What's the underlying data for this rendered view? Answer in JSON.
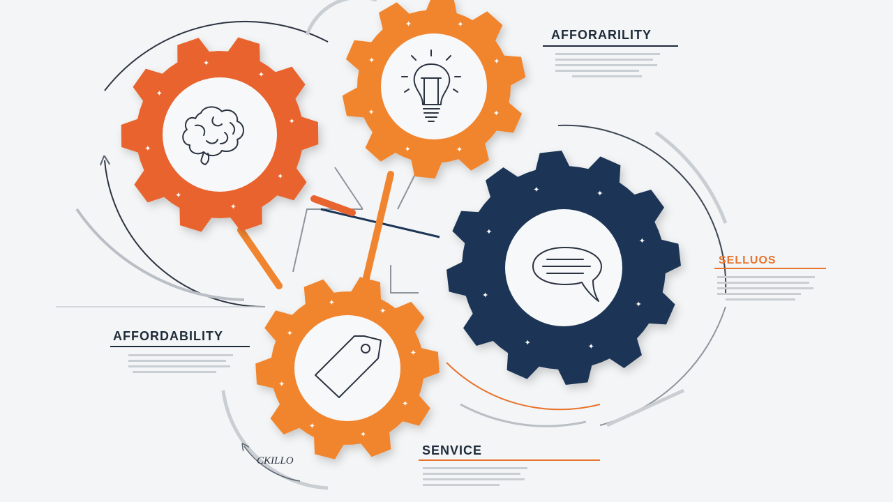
{
  "colors": {
    "background": "#f4f5f6",
    "gear_red_orange": "#e8642f",
    "gear_orange": "#f1852f",
    "gear_navy": "#1d3557",
    "line_gray": "#9aa1a8",
    "text_dark": "#1d2b3a",
    "accent_orange": "#e8742f"
  },
  "gears": [
    {
      "id": "brain",
      "icon": "brain-icon",
      "color": "#e8642f"
    },
    {
      "id": "idea",
      "icon": "lightbulb-icon",
      "color": "#f1852f"
    },
    {
      "id": "talk",
      "icon": "speech-bubble-icon",
      "color": "#1d3557"
    },
    {
      "id": "price",
      "icon": "price-tag-icon",
      "color": "#f1852f"
    }
  ],
  "labels": {
    "top_right": "AFFORARILITY",
    "right": "SELLUOS",
    "left": "AFFORDABILITY",
    "bottom_left": "CKILLO",
    "bottom": "SENVICE"
  }
}
